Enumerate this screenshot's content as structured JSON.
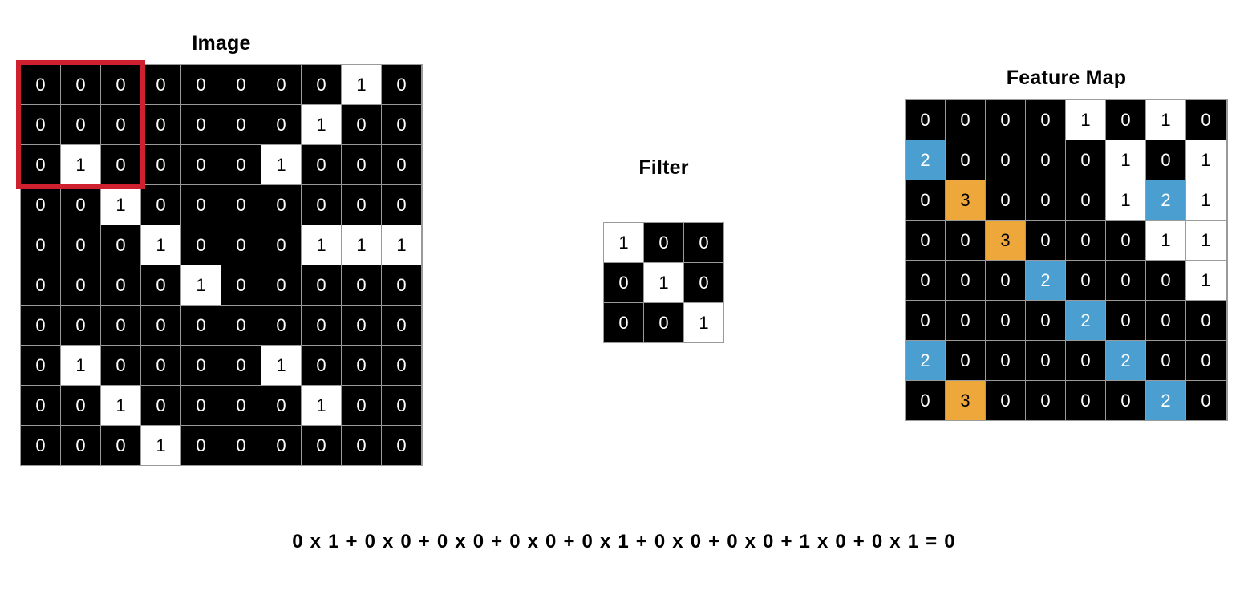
{
  "image": {
    "title": "Image",
    "rows": 10,
    "cols": 10,
    "values": [
      [
        0,
        0,
        0,
        0,
        0,
        0,
        0,
        0,
        1,
        0
      ],
      [
        0,
        0,
        0,
        0,
        0,
        0,
        0,
        1,
        0,
        0
      ],
      [
        0,
        1,
        0,
        0,
        0,
        0,
        1,
        0,
        0,
        0
      ],
      [
        0,
        0,
        1,
        0,
        0,
        0,
        0,
        0,
        0,
        0
      ],
      [
        0,
        0,
        0,
        1,
        0,
        0,
        0,
        1,
        1,
        1
      ],
      [
        0,
        0,
        0,
        0,
        1,
        0,
        0,
        0,
        0,
        0
      ],
      [
        0,
        0,
        0,
        0,
        0,
        0,
        0,
        0,
        0,
        0
      ],
      [
        0,
        1,
        0,
        0,
        0,
        0,
        1,
        0,
        0,
        0
      ],
      [
        0,
        0,
        1,
        0,
        0,
        0,
        0,
        1,
        0,
        0
      ],
      [
        0,
        0,
        0,
        1,
        0,
        0,
        0,
        0,
        0,
        0
      ]
    ],
    "selection": {
      "name": "receptive-field",
      "start_row": 0,
      "start_col": 0,
      "rows": 3,
      "cols": 3,
      "color": "#cf2030"
    }
  },
  "filter": {
    "title": "Filter",
    "rows": 3,
    "cols": 3,
    "values": [
      [
        1,
        0,
        0
      ],
      [
        0,
        1,
        0
      ],
      [
        0,
        0,
        1
      ]
    ]
  },
  "feature_map": {
    "title": "Feature Map",
    "rows": 8,
    "cols": 8,
    "values": [
      [
        0,
        0,
        0,
        0,
        1,
        0,
        1,
        0
      ],
      [
        2,
        0,
        0,
        0,
        0,
        1,
        0,
        1
      ],
      [
        0,
        3,
        0,
        0,
        0,
        1,
        2,
        1
      ],
      [
        0,
        0,
        3,
        0,
        0,
        0,
        1,
        1
      ],
      [
        0,
        0,
        0,
        2,
        0,
        0,
        0,
        1
      ],
      [
        0,
        0,
        0,
        0,
        2,
        0,
        0,
        0
      ],
      [
        2,
        0,
        0,
        0,
        0,
        2,
        0,
        0
      ],
      [
        0,
        3,
        0,
        0,
        0,
        0,
        2,
        0
      ]
    ]
  },
  "equation": {
    "text": "0 x 1 + 0 x 0 + 0 x 0 + 0 x 0 + 0 x 1 + 0 x 0 + 0 x 0 + 1 x 0 + 0 x 1 = 0"
  },
  "colors": {
    "off_cell_bg": "#000000",
    "off_cell_text": "#ffffff",
    "on_cell_bg": "#ffffff",
    "on_cell_text": "#000000",
    "value_two_bg": "#4a9fd0",
    "value_three_bg": "#eda73a",
    "grid_line": "#9a9a9a",
    "selection_border": "#cf2030",
    "page_bg": "#ffffff"
  }
}
